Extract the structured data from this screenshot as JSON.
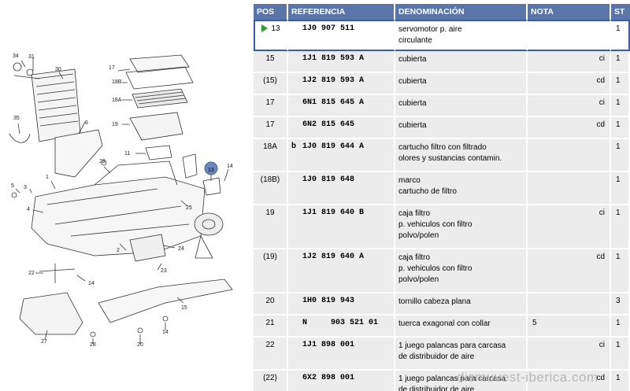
{
  "diagram": {
    "callouts": [
      "34",
      "31",
      "30",
      "35",
      "6",
      "17",
      "18B",
      "18A",
      "19",
      "11",
      "13",
      "14",
      "29",
      "5",
      "1",
      "3",
      "4",
      "25",
      "24",
      "2",
      "22",
      "14",
      "23",
      "15",
      "27",
      "28",
      "20",
      "14"
    ],
    "highlight_callout": "13",
    "accent_color": "#5a76a8"
  },
  "table": {
    "headers": {
      "pos": "POS",
      "referencia": "REFERENCIA",
      "denominacion": "DENOMINACIÓN",
      "nota": "NOTA",
      "st": "ST"
    },
    "rows": [
      {
        "pos": "13",
        "prefix": "",
        "ref": "1J0 907 511",
        "den": [
          "servomotor p. aire",
          "circulante"
        ],
        "nota": "",
        "st": "1",
        "selected": true
      },
      {
        "pos": "15",
        "prefix": "",
        "ref": "1J1 819 593 A",
        "den": [
          "cubierta"
        ],
        "nota": "ci",
        "st": "1"
      },
      {
        "pos": "(15)",
        "prefix": "",
        "ref": "1J2 819 593 A",
        "den": [
          "cubierta"
        ],
        "nota": "cd",
        "st": "1"
      },
      {
        "pos": "17",
        "prefix": "",
        "ref": "6N1 815 645 A",
        "den": [
          "cubierta"
        ],
        "nota": "ci",
        "st": "1"
      },
      {
        "pos": "17",
        "prefix": "",
        "ref": "6N2 815 645",
        "den": [
          "cubierta"
        ],
        "nota": "cd",
        "st": "1"
      },
      {
        "pos": "18A",
        "prefix": "b",
        "ref": "1J0 819 644 A",
        "den": [
          "cartucho filtro con filtrado",
          "olores y sustancias contamin."
        ],
        "nota": "",
        "st": "1"
      },
      {
        "pos": "(18B)",
        "prefix": "",
        "ref": "1J0 819 648",
        "den": [
          "marco",
          "cartucho de filtro"
        ],
        "nota": "",
        "st": "1"
      },
      {
        "pos": "19",
        "prefix": "",
        "ref": "1J1 819 640 B",
        "den": [
          "caja filtro",
          "p. vehiculos con filtro",
          "polvo/polen"
        ],
        "nota": "ci",
        "st": "1"
      },
      {
        "pos": "(19)",
        "prefix": "",
        "ref": "1J2 819 640 A",
        "den": [
          "caja filtro",
          "p. vehiculos con filtro",
          "polvo/polen"
        ],
        "nota": "cd",
        "st": "1"
      },
      {
        "pos": "20",
        "prefix": "",
        "ref": "1H0 819 943",
        "den": [
          "tornillo cabeza plana"
        ],
        "nota": "",
        "st": "3"
      },
      {
        "pos": "21",
        "prefix": "",
        "ref": "N     903 521 01",
        "den": [
          "tuerca exagonal con collar"
        ],
        "nota": "5",
        "st": "1"
      },
      {
        "pos": "22",
        "prefix": "",
        "ref": "1J1 898 001",
        "den": [
          "1 juego palancas para carcasa",
          "de distribuidor de aire"
        ],
        "nota": "ci",
        "st": "1"
      },
      {
        "pos": "(22)",
        "prefix": "",
        "ref": "6X2 898 001",
        "den": [
          "1 juego palancas para carcasa",
          "de distribuidor de aire"
        ],
        "nota": "cd",
        "st": "1"
      }
    ]
  },
  "watermark": "dismuvest-iberica.com"
}
